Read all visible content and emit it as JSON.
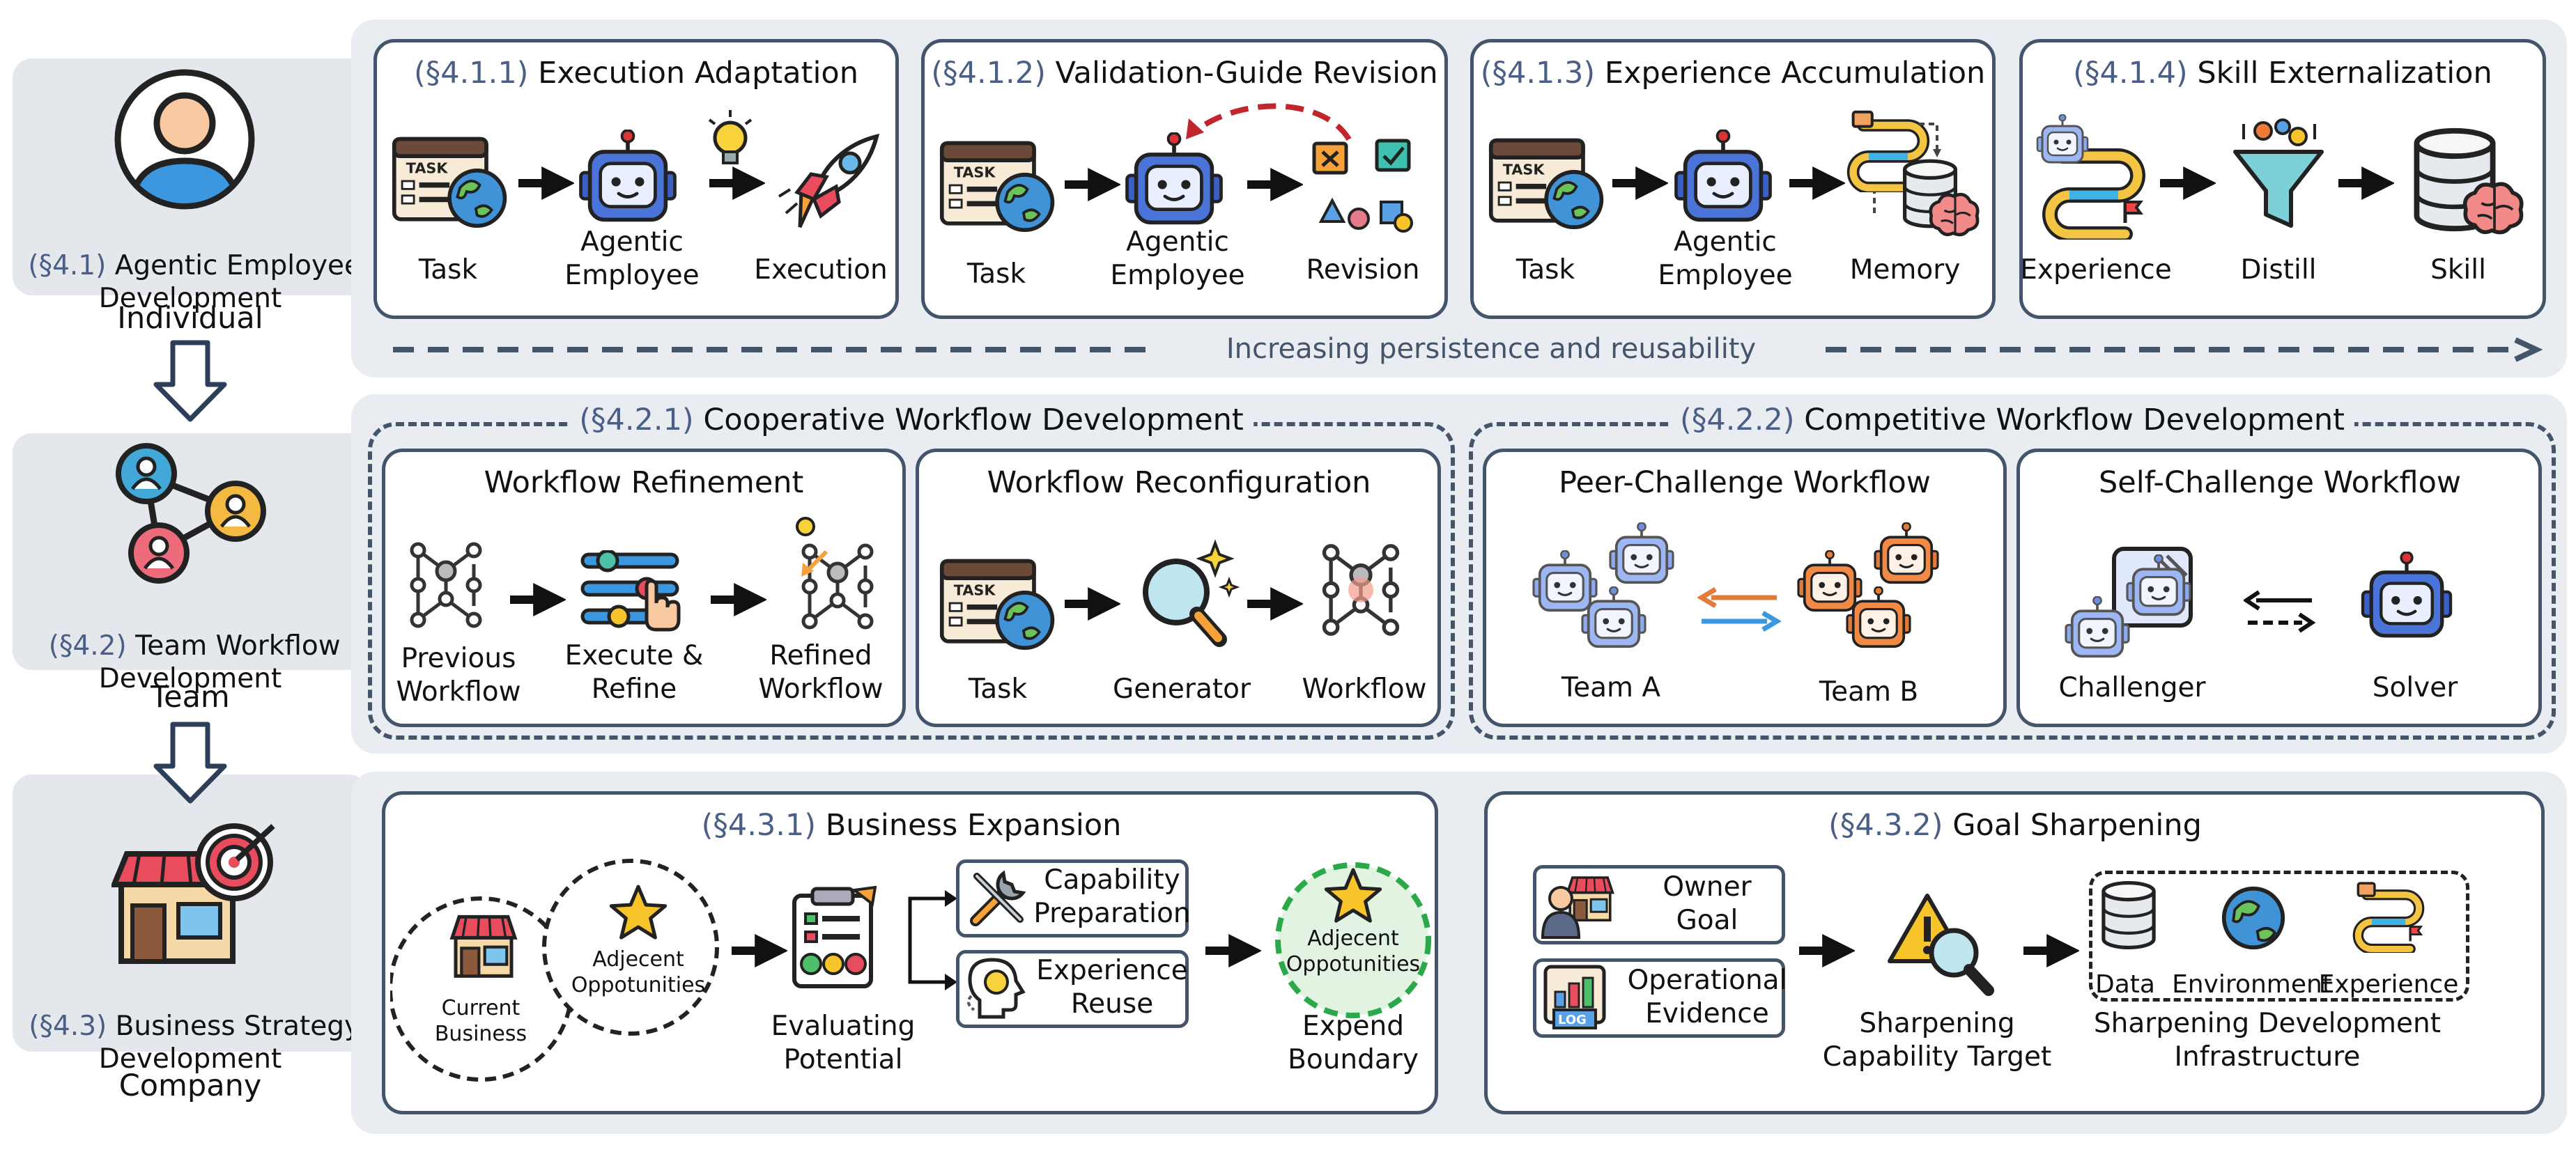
{
  "colors": {
    "frame": "#44546a",
    "band": "#e9edf2",
    "section_ref": "#4a5e86",
    "bot": "#3b5fc4",
    "orange": "#e07b3a",
    "red": "#c0262c",
    "green": "#2aa84a"
  },
  "levels": {
    "individual": {
      "ref": "(§4.1)",
      "title_a": "Agentic Employee",
      "title_b": "Development",
      "label": "Individual"
    },
    "team": {
      "ref": "(§4.2)",
      "title_a": "Team Workflow",
      "title_b": "Development",
      "label": "Team"
    },
    "company": {
      "ref": "(§4.3)",
      "title_a": "Business Strategy",
      "title_b": "Development",
      "label": "Company"
    }
  },
  "row1": {
    "persistence_note": "Increasing persistence and reusability",
    "cards": [
      {
        "ref": "(§4.1.1)",
        "title": "Execution Adaptation",
        "labels": [
          "Task",
          "Agentic\nEmployee",
          "Execution"
        ]
      },
      {
        "ref": "(§4.1.2)",
        "title": "Validation-Guide Revision",
        "labels": [
          "Task",
          "Agentic\nEmployee",
          "Revision"
        ]
      },
      {
        "ref": "(§4.1.3)",
        "title": "Experience Accumulation",
        "labels": [
          "Task",
          "Agentic\nEmployee",
          "Memory"
        ]
      },
      {
        "ref": "(§4.1.4)",
        "title": "Skill Externalization",
        "labels": [
          "Experience",
          "Distill",
          "Skill"
        ]
      }
    ]
  },
  "row2": {
    "coop": {
      "ref": "(§4.2.1)",
      "title": "Cooperative Workflow Development"
    },
    "comp": {
      "ref": "(§4.2.2)",
      "title": "Competitive Workflow Development"
    },
    "cards": [
      {
        "title": "Workflow Refinement",
        "labels": [
          "Previous\nWorkflow",
          "Execute &\nRefine",
          "Refined\nWorkflow"
        ]
      },
      {
        "title": "Workflow Reconfiguration",
        "labels": [
          "Task",
          "Generator",
          "Workflow"
        ]
      },
      {
        "title": "Peer-Challenge Workflow",
        "labels": [
          "Team A",
          "Team B"
        ]
      },
      {
        "title": "Self-Challenge Workflow",
        "labels": [
          "Challenger",
          "Solver"
        ]
      }
    ]
  },
  "row3": {
    "expansion": {
      "ref": "(§4.3.1)",
      "title": "Business Expansion",
      "current": "Current\nBusiness",
      "adjacent": "Adjecent\nOppotunities",
      "evaluating": "Evaluating\nPotential",
      "capability": "Capability\nPreparation",
      "experience": "Experience\nReuse",
      "adjacent2": "Adjecent\nOppotunities",
      "expend": "Expend\nBoundary"
    },
    "goal": {
      "ref": "(§4.3.2)",
      "title": "Goal Sharpening",
      "owner": "Owner\nGoal",
      "operational": "Operational\nEvidence",
      "target": "Sharpening\nCapability Target",
      "data": "Data",
      "environment": "Environment",
      "experience": "Experience",
      "infra": "Sharpening Development\nInfrastructure"
    }
  }
}
